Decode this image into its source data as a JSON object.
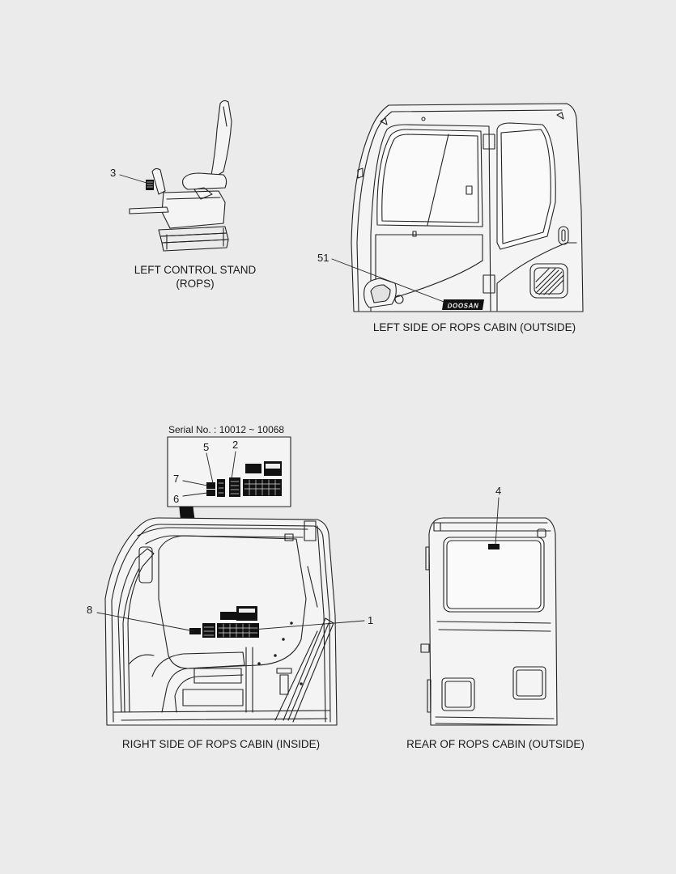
{
  "views": {
    "left_control_stand": {
      "caption_line1": "LEFT CONTROL STAND",
      "caption_line2": "(ROPS)"
    },
    "left_side_cabin": {
      "caption": "LEFT SIDE OF ROPS CABIN (OUTSIDE)",
      "logo_text": "DOOSAN"
    },
    "right_side_cabin": {
      "caption": "RIGHT SIDE OF ROPS CABIN (INSIDE)"
    },
    "rear_cabin": {
      "caption": "REAR OF ROPS CABIN (OUTSIDE)"
    }
  },
  "detail": {
    "serial_text": "Serial No. : 10012 ~ 10068"
  },
  "callouts": {
    "c1": "1",
    "c2": "2",
    "c3": "3",
    "c4": "4",
    "c5": "5",
    "c6": "6",
    "c7": "7",
    "c8": "8",
    "c51": "51"
  },
  "colors": {
    "background": "#ebebeb",
    "line": "#1f1f1f",
    "decal": "#111111"
  }
}
